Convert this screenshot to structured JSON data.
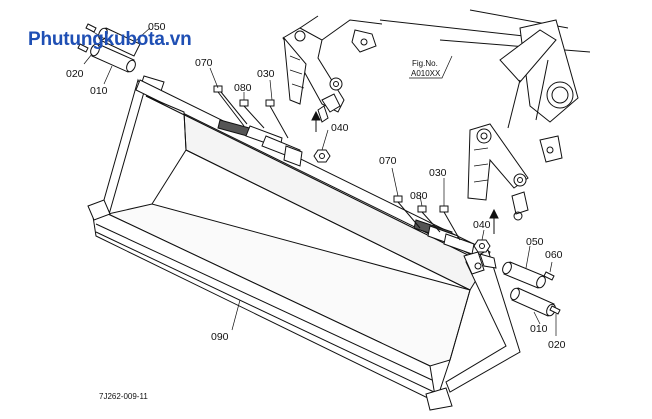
{
  "watermark": "Phutungkubota.vn",
  "fig_ref": {
    "line1": "Fig.No.",
    "line2": "A010XX"
  },
  "drawing_code": "7J262-009-11",
  "callouts": {
    "c050_top": "050",
    "c020_top": "020",
    "c010_top": "010",
    "c070_left": "070",
    "c030_left": "030",
    "c080_left": "080",
    "c040_left": "040",
    "c070_right": "070",
    "c030_right": "030",
    "c080_right": "080",
    "c040_right": "040",
    "c050_right": "050",
    "c060_right": "060",
    "c010_right": "010",
    "c020_right": "020",
    "c090": "090"
  }
}
